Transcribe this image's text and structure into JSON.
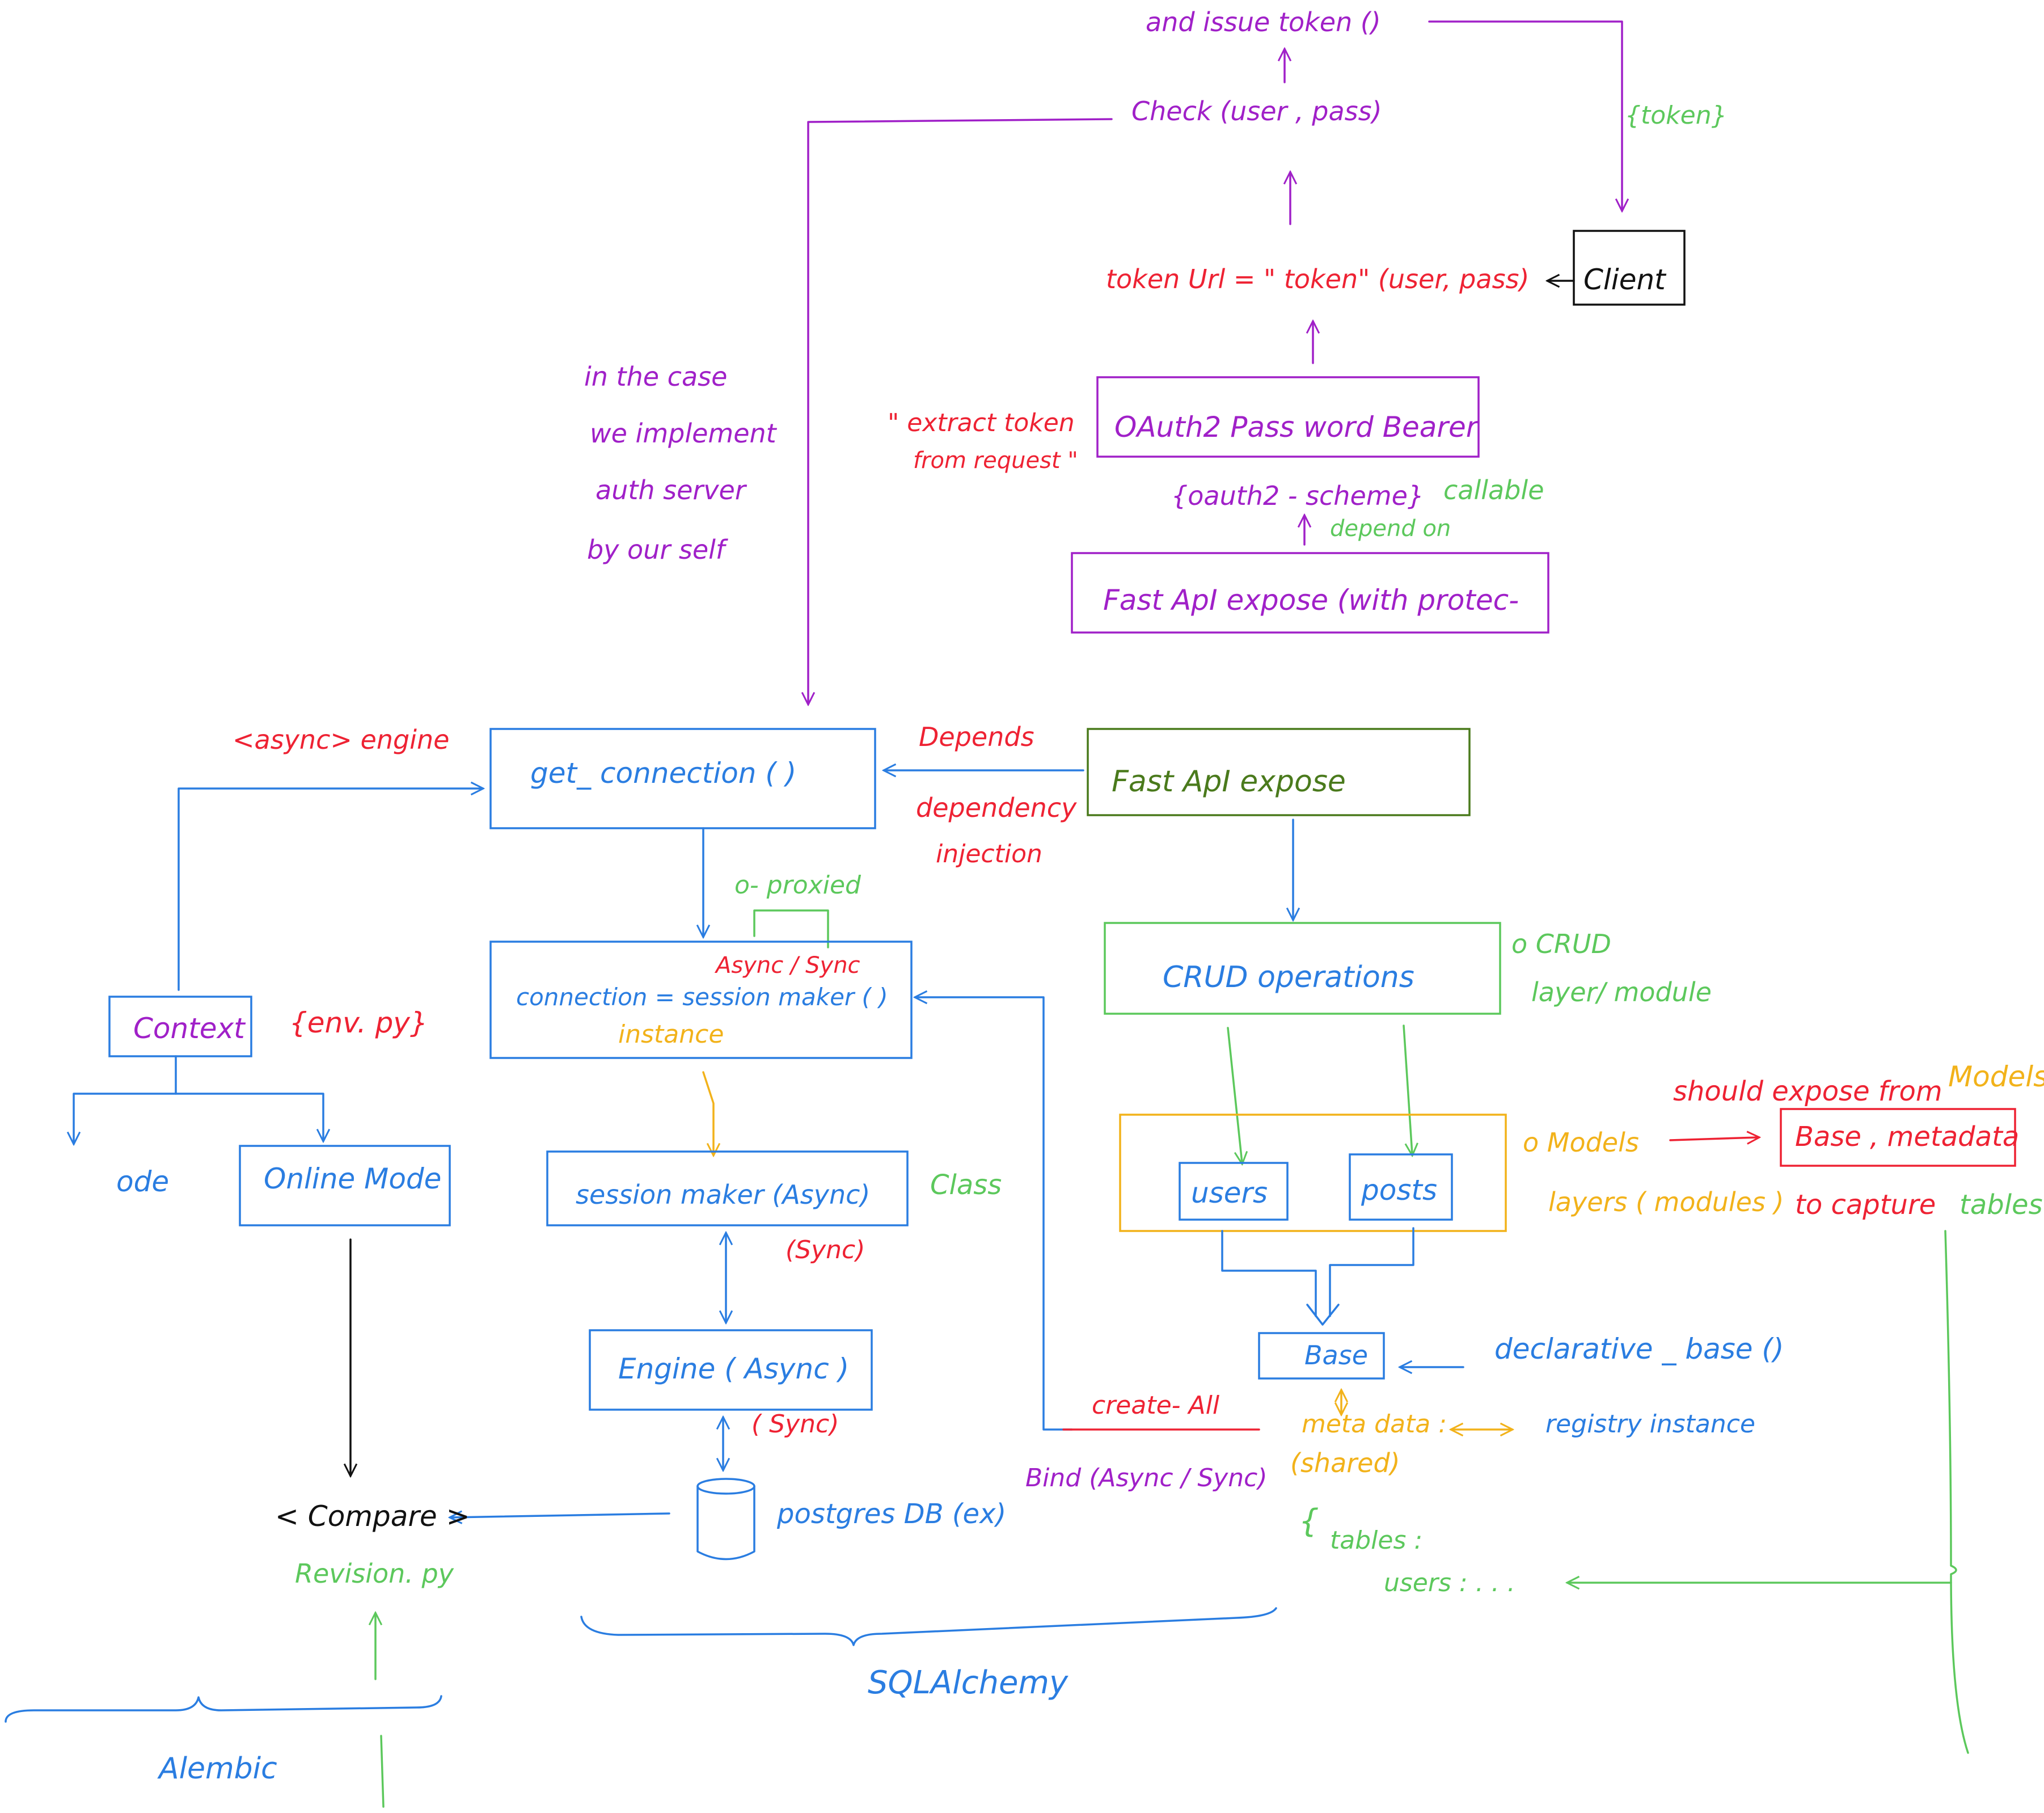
{
  "colors": {
    "purple": "#a020c8",
    "red": "#ee2233",
    "blue": "#2a7de1",
    "green": "#5cc85c",
    "olive": "#4a7a1c",
    "yellow": "#f2b21a",
    "black": "#111111"
  },
  "auth": {
    "issue_token": "and issue token ()",
    "check": "Check (user , pass)",
    "token_label": "{token}",
    "client": "Client",
    "token_url": "token Url = \" token\" (user, pass)",
    "oauth_bearer": "OAuth2 Pass word Bearer",
    "extract_note_line1": "\" extract token",
    "extract_note_line2": "from request \"",
    "oauth_scheme": "{oauth2 - scheme}",
    "callable": "callable",
    "depend_on": "depend on",
    "fastapi_protect": "Fast ApI expose (with protec-",
    "auth_server_note": [
      "in the case",
      "we implement",
      "auth server",
      "by our self"
    ]
  },
  "engine": {
    "async_engine": "<async> engine",
    "get_connection": "get_ connection ( )",
    "depends": "Depends",
    "dependency_injection_line1": "dependency",
    "dependency_injection_line2": "injection",
    "fastapi_expose": "Fast ApI expose",
    "proxied": "o- proxied",
    "async_sync": "Async / Sync",
    "connection_line1": "connection = session maker ( )",
    "connection_line2": "instance",
    "context": "Context",
    "env_py": "{env. py}",
    "ode": "ode",
    "online_mode": "Online Mode",
    "session_maker": "session maker (Async)",
    "class_label": "Class",
    "sync_session": "(Sync)",
    "engine_async": "Engine ( Async )",
    "sync_engine": "( Sync)",
    "postgres": "postgres DB (ex)",
    "compare": "< Compare >",
    "revision": "Revision. py",
    "alembic": "Alembic",
    "sqlalchemy": "SQLAlchemy"
  },
  "crud": {
    "crud_operations": "CRUD operations",
    "crud_layer_line1": "o CRUD",
    "crud_layer_line2": "layer/ module",
    "users": "users",
    "posts": "posts",
    "models_line1": "o Models",
    "models_line2": "layers ( modules )",
    "should_expose": "should expose from",
    "models_ref": "Models",
    "base_metadata": "Base , metadata",
    "to_capture": "to capture",
    "tables_ref": "tables",
    "base": "Base",
    "declarative_base": "declarative _ base ()",
    "create_all": "create- All",
    "bind": "Bind (Async / Sync)",
    "metadata": "meta data :",
    "registry": "registry instance",
    "shared": "(shared)",
    "tables_brace": "{",
    "tables": "tables :",
    "users_row": "users : . . ."
  }
}
